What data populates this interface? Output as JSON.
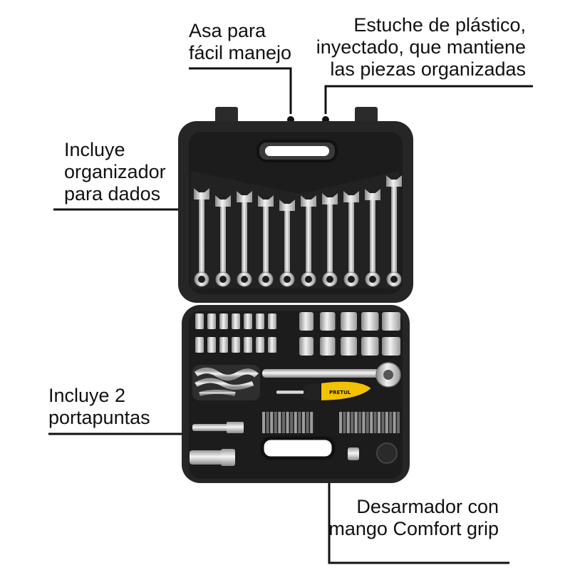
{
  "callouts": {
    "handle": {
      "lines": [
        "Asa para",
        "fácil manejo"
      ]
    },
    "case": {
      "lines": [
        "Estuche de plástico,",
        "inyectado, que mantiene",
        "las piezas organizadas"
      ]
    },
    "organizer": {
      "lines": [
        "Incluye",
        "organizador",
        "para dados"
      ]
    },
    "bit_holders": {
      "lines": [
        "Incluye 2",
        "portapuntas"
      ]
    },
    "screwdriver": {
      "lines": [
        "Desarmador con",
        "mango Comfort grip"
      ]
    }
  },
  "product": {
    "brand_on_handle": "PRETUL",
    "wrench_count": 10,
    "small_socket_count": 14,
    "large_socket_count": 10
  },
  "colors": {
    "background": "#ffffff",
    "case": "#262626",
    "tray": "#1a1a1a",
    "chrome": "#c9c9c9",
    "handle_yellow": "#f2c200",
    "leader_line": "#111111"
  }
}
